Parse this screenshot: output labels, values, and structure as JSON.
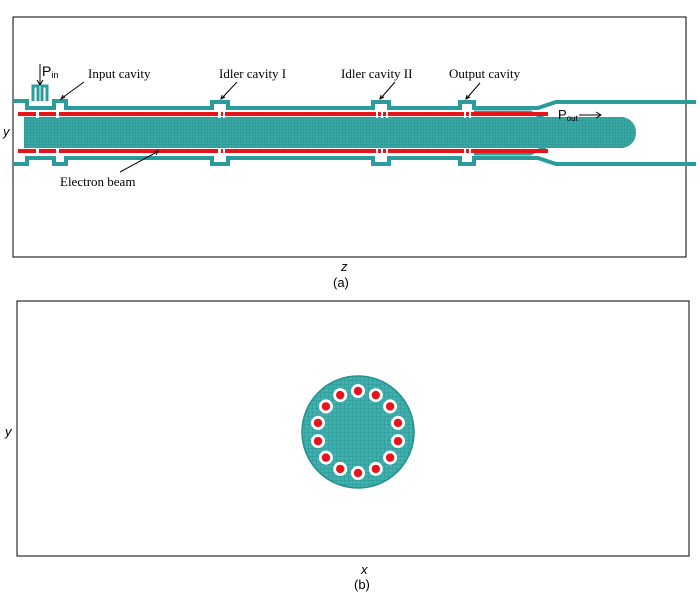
{
  "panel_a": {
    "labels": {
      "pin_main": "P",
      "pin_sub": "in",
      "input_cavity": "Input cavity",
      "idler_cavity_1": "Idler cavity I",
      "idler_cavity_2": "Idler cavity II",
      "output_cavity": "Output cavity",
      "pout_main": "P",
      "pout_sub": "out",
      "electron_beam": "Electron beam",
      "y_axis": "y",
      "z_axis": "z",
      "caption": "(a)"
    }
  },
  "panel_b": {
    "labels": {
      "y_axis": "y",
      "x_axis": "x",
      "caption": "(b)"
    },
    "beamlet_count": 14
  },
  "colors": {
    "structure": "#2a9c9c",
    "mesh": "#42b3b0",
    "beam": "#e8141a",
    "frame": "#000000"
  }
}
